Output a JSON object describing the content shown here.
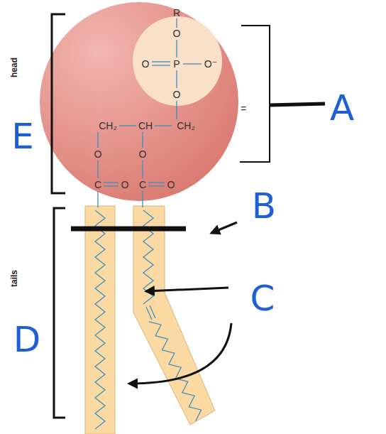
{
  "diagram": {
    "labels": [
      "R",
      "O",
      "O",
      "P",
      "O⁻",
      "O",
      "CH₂",
      "CH",
      "CH₂",
      "O",
      "O",
      "C",
      "O",
      "C",
      "O",
      "head",
      "tails",
      "=",
      "A",
      "B",
      "C",
      "D",
      "E"
    ]
  }
}
